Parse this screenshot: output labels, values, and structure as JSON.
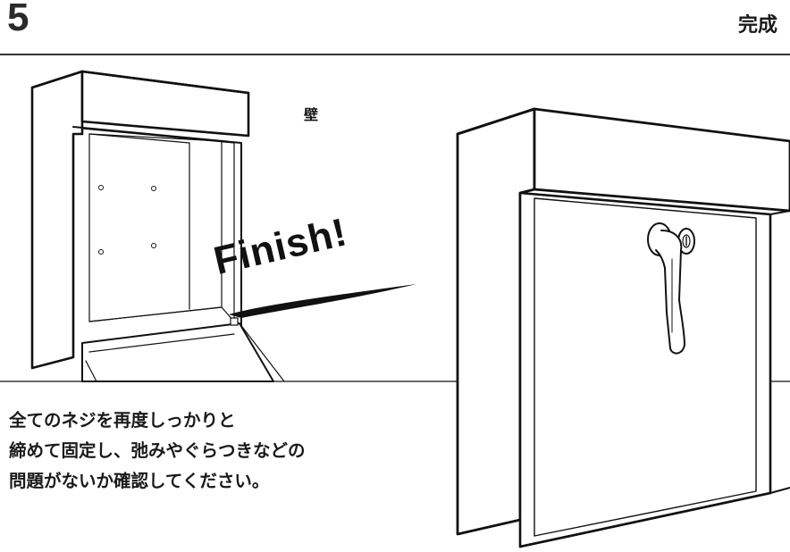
{
  "header": {
    "step_number": "5",
    "section_title": "完成"
  },
  "illustration": {
    "wall_label": "壁",
    "finish_label": "Finish!",
    "screw_hole_count": 4
  },
  "instructions": {
    "lines": [
      "全てのネジを再度しっかりと",
      "締めて固定し、弛みやぐらつきなどの",
      "問題がないか確認してください。"
    ]
  }
}
